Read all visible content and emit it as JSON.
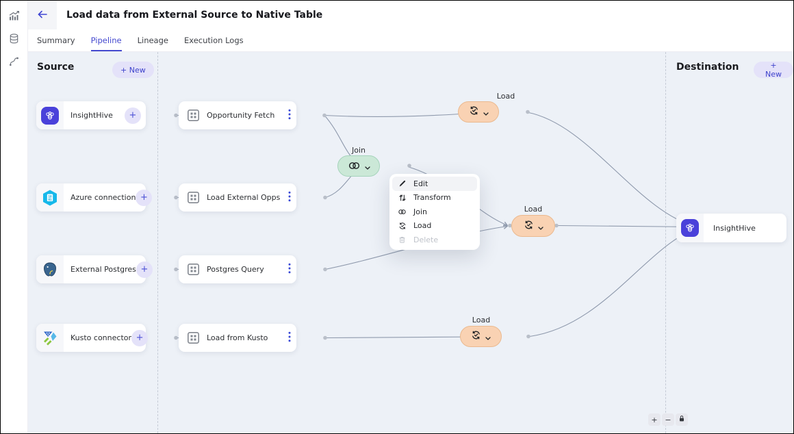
{
  "labels": {
    "plus_small": "+"
  },
  "sidebar": {
    "icons": [
      {
        "name": "analytics-icon"
      },
      {
        "name": "database-icon"
      },
      {
        "name": "pipeline-icon"
      }
    ]
  },
  "header": {
    "title": "Load data from External Source to Native Table"
  },
  "tabs": [
    {
      "label": "Summary"
    },
    {
      "label": "Pipeline"
    },
    {
      "label": "Lineage"
    },
    {
      "label": "Execution Logs"
    }
  ],
  "active_tab": "Pipeline",
  "source_panel": {
    "title": "Source",
    "new_button_label": "+ New",
    "cards": [
      {
        "name": "InsightHive",
        "icon": "insighthive-bee-icon"
      },
      {
        "name": "Azure connection",
        "icon": "azure-icon"
      },
      {
        "name": "External Postgres",
        "icon": "postgres-icon"
      },
      {
        "name": "Kusto connector",
        "icon": "kusto-icon"
      }
    ]
  },
  "destination_panel": {
    "title": "Destination",
    "new_button_label": "+ New",
    "cards": [
      {
        "name": "InsightHive",
        "icon": "insighthive-bee-icon"
      }
    ]
  },
  "nodes": [
    {
      "label": "Opportunity Fetch"
    },
    {
      "label": "Load External Opps"
    },
    {
      "label": "Postgres Query"
    },
    {
      "label": "Load from Kusto"
    }
  ],
  "steps": [
    {
      "label": "Load",
      "type": "load"
    },
    {
      "label": "Join",
      "type": "join"
    },
    {
      "label": "Load",
      "type": "load"
    },
    {
      "label": "Load",
      "type": "load"
    }
  ],
  "context_menu": {
    "items": [
      {
        "label": "Edit",
        "icon": "pencil-icon",
        "state": "hover"
      },
      {
        "label": "Transform",
        "icon": "transform-icon",
        "state": "default"
      },
      {
        "label": "Join",
        "icon": "join-icon",
        "state": "default"
      },
      {
        "label": "Load",
        "icon": "load-icon",
        "state": "default"
      },
      {
        "label": "Delete",
        "icon": "trash-icon",
        "state": "disabled"
      }
    ]
  },
  "zoom_controls": {
    "zoom_in": "+",
    "zoom_out": "−"
  },
  "colors": {
    "accent": "#4449cf",
    "canvas_bg": "#edf1f7",
    "load_fill": "#f9d2b3",
    "load_border": "#eab98f",
    "join_fill": "#cbe8d7",
    "join_border": "#a5d3bb",
    "edge": "#8e99ac",
    "menu_disabled": "#bfc3ca"
  }
}
